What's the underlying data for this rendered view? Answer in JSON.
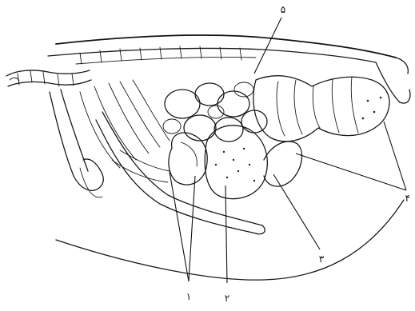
{
  "callouts": [
    {
      "id": "1",
      "label": "۱"
    },
    {
      "id": "2",
      "label": "۲"
    },
    {
      "id": "3",
      "label": "۳"
    },
    {
      "id": "4",
      "label": "۴"
    },
    {
      "id": "5",
      "label": "۵"
    }
  ]
}
